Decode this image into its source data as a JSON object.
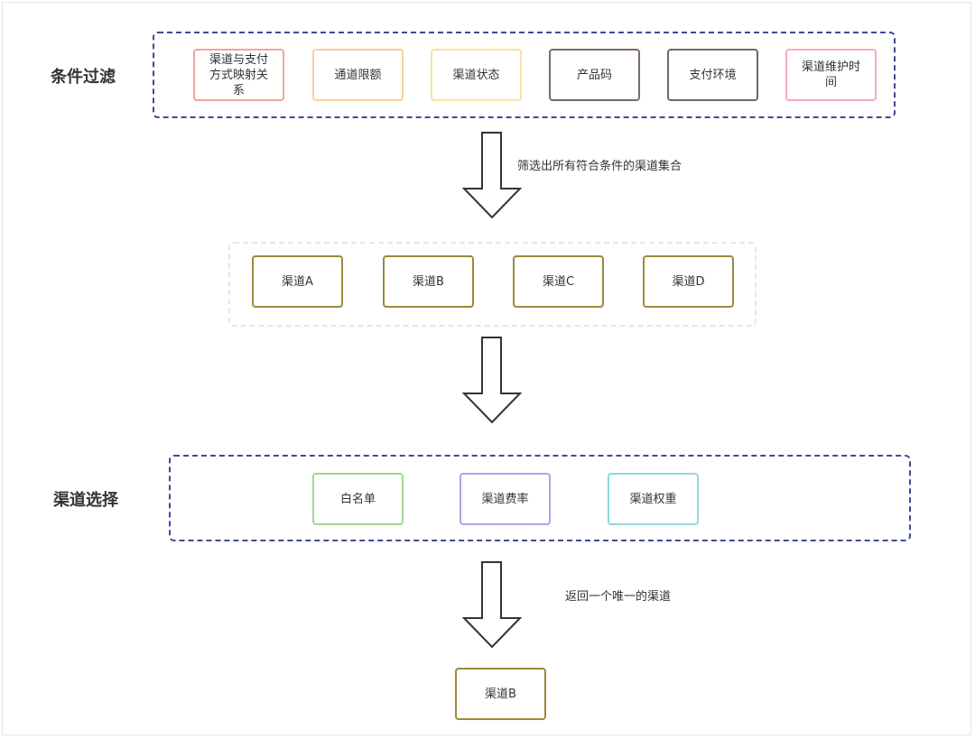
{
  "sections": {
    "filter_label": "条件过滤",
    "select_label": "渠道选择"
  },
  "filters": [
    {
      "label": "渠道与支付方式映射关系",
      "color": "#f2a3a3"
    },
    {
      "label": "通道限额",
      "color": "#f7cfa0"
    },
    {
      "label": "渠道状态",
      "color": "#f5e3a0"
    },
    {
      "label": "产品码",
      "color": "#7a6a63"
    },
    {
      "label": "支付环境",
      "color": "#6b6b6b"
    },
    {
      "label": "渠道维护时间",
      "color": "#f5a8c8"
    }
  ],
  "arrow_notes": {
    "first": "筛选出所有符合条件的渠道集合",
    "third": "返回一个唯一的渠道"
  },
  "channels": [
    {
      "label": "渠道A",
      "color": "#9a8a3a"
    },
    {
      "label": "渠道B",
      "color": "#9a8a3a"
    },
    {
      "label": "渠道C",
      "color": "#9a8a3a"
    },
    {
      "label": "渠道D",
      "color": "#9a8a3a"
    }
  ],
  "selectors": [
    {
      "label": "白名单",
      "color": "#9fd98f"
    },
    {
      "label": "渠道费率",
      "color": "#a3a8e6"
    },
    {
      "label": "渠道权重",
      "color": "#8fd9dc"
    }
  ],
  "result": {
    "label": "渠道B",
    "color": "#9a8a3a"
  },
  "colors": {
    "dashed_border": "#3d4a97",
    "arrow_stroke": "#333333"
  }
}
